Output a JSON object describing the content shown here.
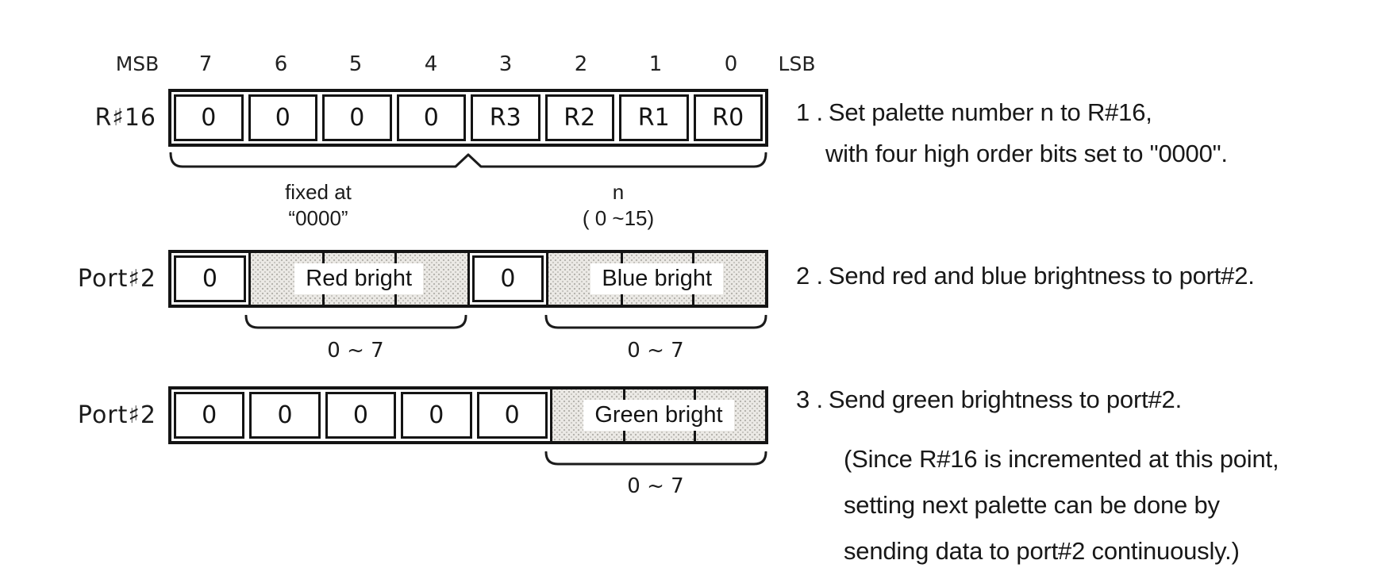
{
  "colors": {
    "ink": "#1b1b1b",
    "halftone_dot": "#b3b2ac",
    "paper": "#ffffff"
  },
  "diagram": {
    "bit_header": {
      "msb": "MSB",
      "bits": [
        "7",
        "6",
        "5",
        "4",
        "3",
        "2",
        "1",
        "0"
      ],
      "lsb": "LSB"
    },
    "row1": {
      "label": "R♯16",
      "cells": [
        "0",
        "0",
        "0",
        "0",
        "R3",
        "R2",
        "R1",
        "R0"
      ],
      "left_annotation": {
        "line1": "fixed at",
        "line2": "“0000”"
      },
      "right_annotation": {
        "line1": "n",
        "line2": "( 0 ~15)"
      }
    },
    "row2": {
      "label": "Port♯2",
      "bit7": "0",
      "red_field": "Red bright",
      "bit3": "0",
      "blue_field": "Blue bright",
      "red_range": "0 ~ 7",
      "blue_range": "0 ~ 7"
    },
    "row3": {
      "label": "Port♯2",
      "zero_bits": [
        "0",
        "0",
        "0",
        "0",
        "0"
      ],
      "green_field": "Green bright",
      "green_range": "0 ~ 7"
    }
  },
  "steps": {
    "step1": {
      "number": "1 .",
      "line1": "Set palette number n to R#16,",
      "line2": "with four high order bits set to \"0000\"."
    },
    "step2": {
      "number": "2 .",
      "text": "Send red and blue brightness to port#2."
    },
    "step3": {
      "number": "3 .",
      "text": "Send green brightness to port#2.",
      "note": {
        "line1": "(Since R#16 is incremented at this point,",
        "line2": "setting next palette can be done by",
        "line3": "sending data to port#2 continuously.)"
      }
    }
  }
}
